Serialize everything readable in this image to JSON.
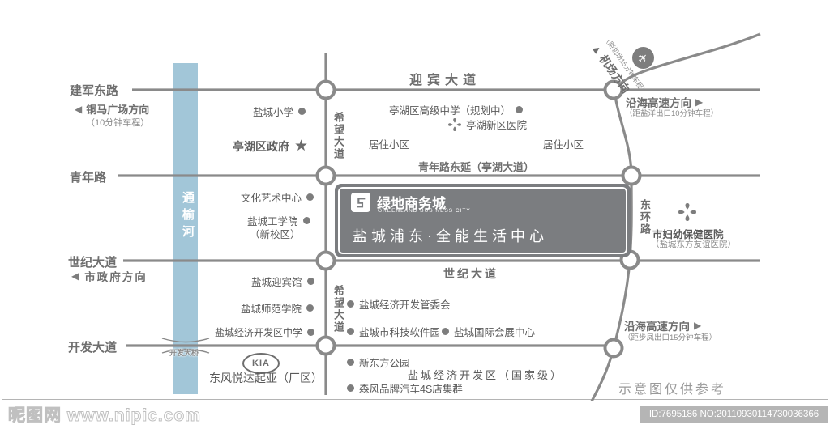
{
  "icons": {
    "bullet": "●",
    "star": "★",
    "arrow_left": "◀",
    "arrow_right": "▶",
    "arrow_up": "▲",
    "plane": "✈"
  },
  "map": {
    "roads": {
      "jianjun_east": "建军东路",
      "yingbin": "迎宾大道",
      "qingnian": "青年路",
      "qingnian_ext": "青年路东延（亭湖大道）",
      "shiji_left": "世纪大道",
      "shiji_center": "世纪大道",
      "kaifa": "开发大道",
      "xiwang_upper": "希望大道",
      "xiwang_lower": "希望大道",
      "donghuan": "东环路",
      "bridge": "开发大桥"
    },
    "river": {
      "name": "通榆河"
    },
    "directions": {
      "tongma_square": {
        "label": "铜马广场方向",
        "note": "（10分钟车程）"
      },
      "city_hall": {
        "label": "市政府方向"
      },
      "airport": {
        "label": "机场方向",
        "note": "（距机场15分钟车程）"
      },
      "coastal_ne": {
        "label": "沿海高速方向",
        "note": "（距盐洋出口10分钟车程）"
      },
      "coastal_se": {
        "label": "沿海高速方向",
        "note": "（距步凤出口15分钟车程）"
      }
    },
    "pois": {
      "yc_primary": "盐城小学",
      "tinghu_gov": "亭湖区政府",
      "tinghu_high": "亭湖区高级中学（规划中）",
      "tinghu_hospital": "亭湖新区医院",
      "resid_left": "居住小区",
      "resid_right": "居住小区",
      "culture_center": "文化艺术中心",
      "yc_tech_college": "盐城工学院",
      "yc_tech_college_note": "（新校区）",
      "yc_hotel": "盐城迎宾馆",
      "yc_normal_college": "盐城师范学院",
      "yc_dev_school": "盐城经济开发区中学",
      "maternity_hospital": "市妇幼保健医院",
      "maternity_note": "（盐城东方友谊医院）",
      "dev_committee": "盐城经济开发管委会",
      "software_park": "盐城市科技软件园",
      "expo_center": "盐城国际会展中心",
      "neworiental_park": "新东方公园",
      "dev_zone": "盐城经济开发区（国家级）",
      "senfeng_4s": "森风品牌汽车4S店集群",
      "kia_label": "KIA",
      "kia_factory": "东风悦达起亚（厂区）"
    },
    "project": {
      "title": "绿地商务城",
      "subtitle": "GREENLAND BUSINESS CITY",
      "tagline": "盐城浦东·全能生活中心"
    },
    "disclaimer": "示意图仅供参考"
  },
  "watermark": {
    "site": "昵图网 www.nipic.com",
    "id": "ID:7695186 NO:20110930114730036366"
  }
}
